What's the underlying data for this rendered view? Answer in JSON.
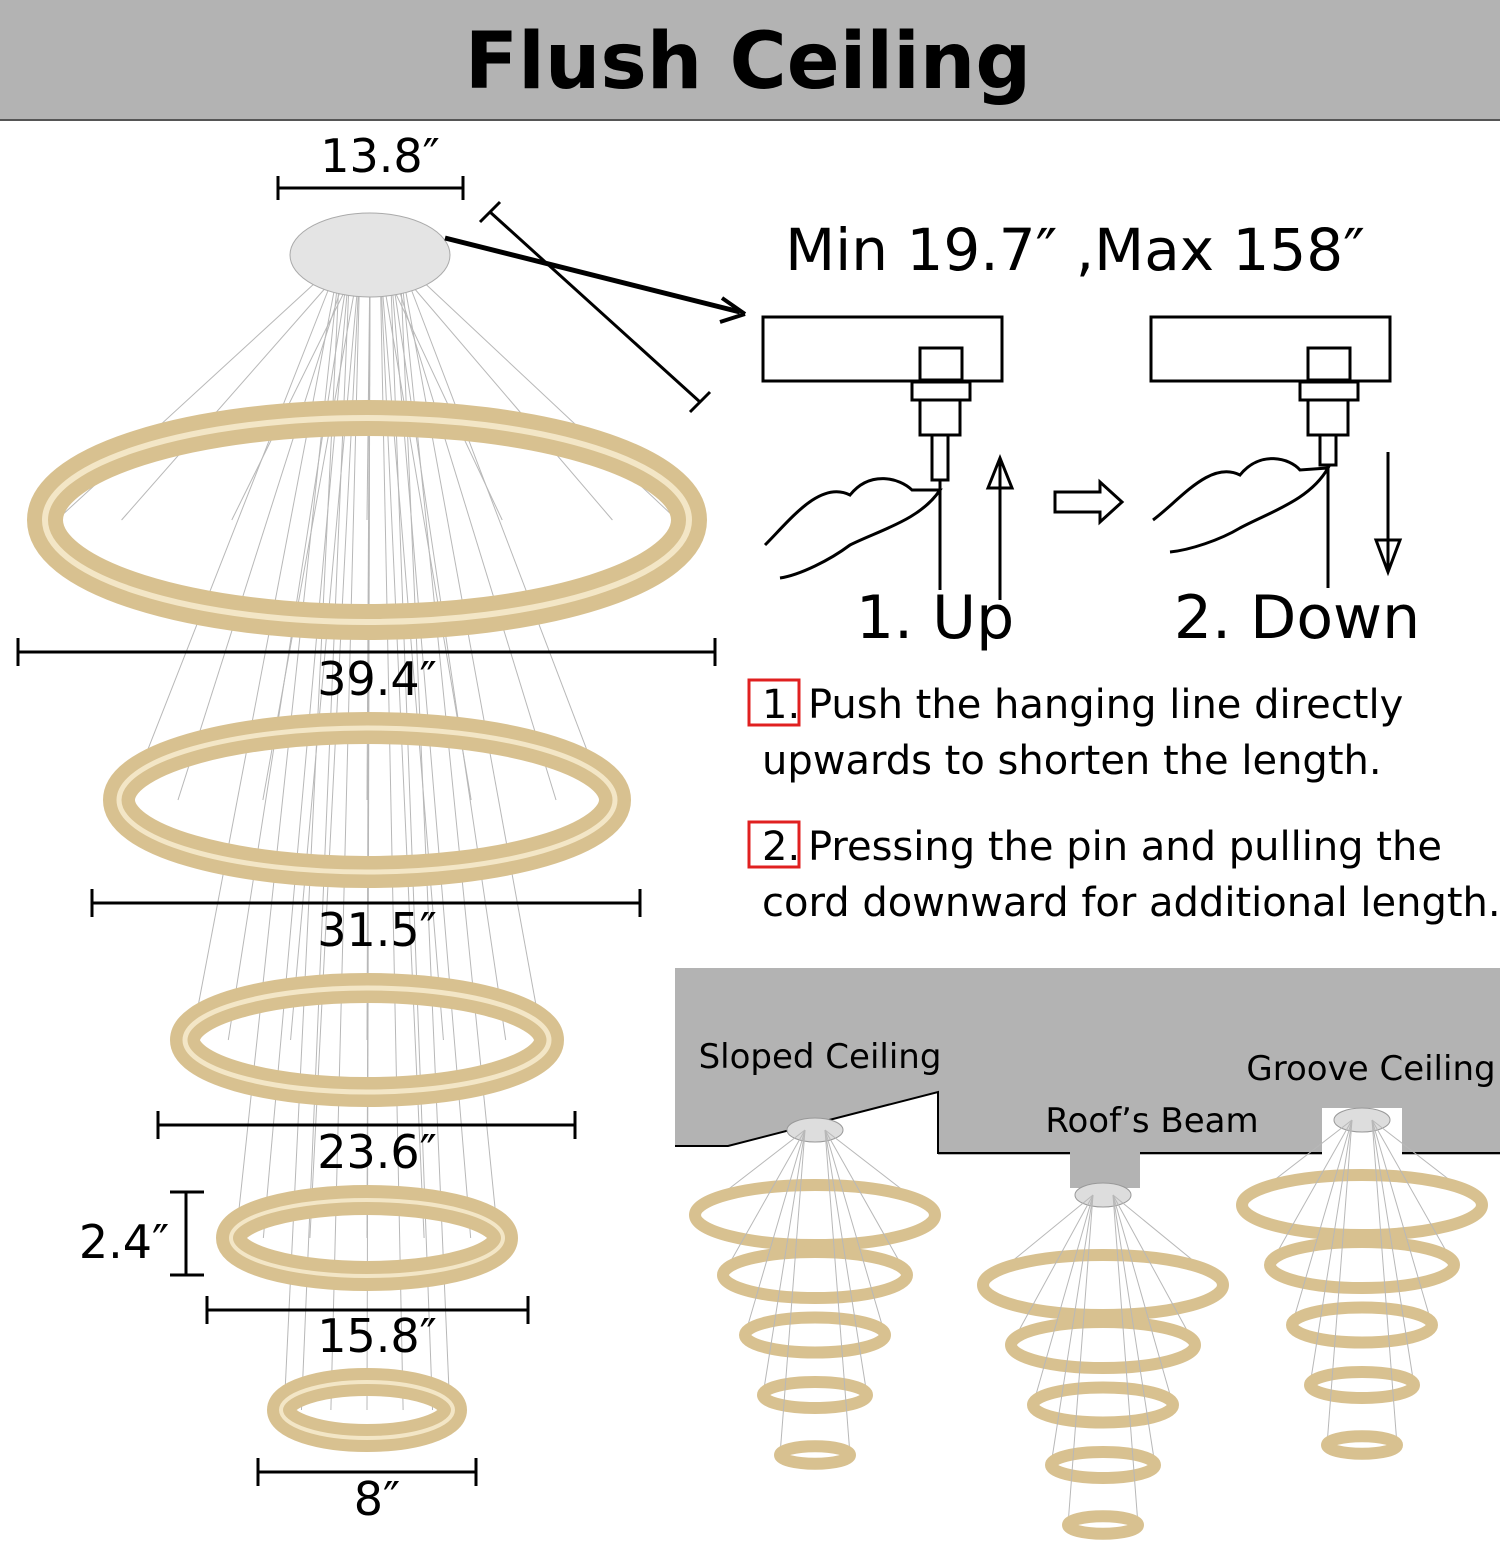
{
  "header": {
    "title": "Flush Ceiling",
    "band_color": "#b3b3b3"
  },
  "dimensions": {
    "canopy_width": "13.8″",
    "ring1": "39.4″",
    "ring2": "31.5″",
    "ring3": "23.6″",
    "ring_height": "2.4″",
    "ring4": "15.8″",
    "ring5": "8″"
  },
  "adjustment": {
    "range": "Min 19.7″ ,Max 158″",
    "step1_label": "1. Up",
    "step2_label": "2. Down"
  },
  "instructions": [
    {
      "num": "1.",
      "line1": "Push the hanging line directly",
      "line2": "upwards to shorten the length."
    },
    {
      "num": "2.",
      "line1": "Pressing the pin and pulling the",
      "line2": "cord downward for additional length."
    }
  ],
  "ceiling_types": {
    "sloped": "Sloped Ceiling",
    "beam": "Roof’s Beam",
    "groove": "Groove Ceiling"
  },
  "colors": {
    "accent_red": "#e02020",
    "ring_gold": "#d8c190",
    "ceiling_gray": "#b3b3b3"
  }
}
